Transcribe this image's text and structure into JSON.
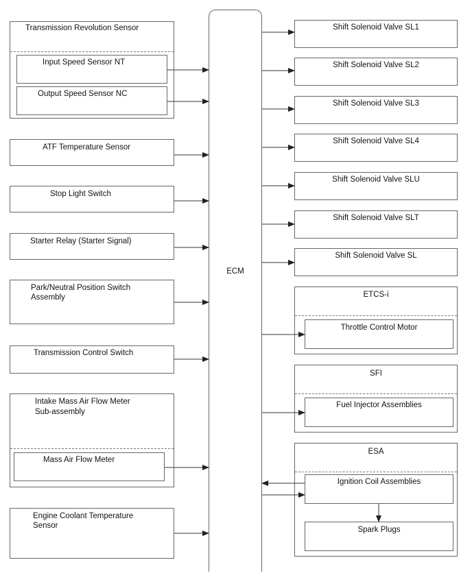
{
  "inputs": {
    "trs_title": "Transmission Revolution Sensor",
    "input_speed": "Input Speed Sensor NT",
    "output_speed": "Output Speed Sensor NC",
    "atf_temp": "ATF Temperature Sensor",
    "stop_light": "Stop Light Switch",
    "starter_relay": "Starter Relay (Starter Signal)",
    "park_neutral_1": "Park/Neutral Position Switch",
    "park_neutral_2": "Assembly",
    "trans_control": "Transmission Control Switch",
    "intake_maf_1": "Intake Mass Air Flow Meter",
    "intake_maf_2": "Sub-assembly",
    "maf_meter": "Mass Air Flow Meter",
    "coolant_temp_1": "Engine Coolant Temperature",
    "coolant_temp_2": "Sensor"
  },
  "ecm": {
    "label": "ECM"
  },
  "outputs": {
    "sl1": "Shift Solenoid Valve SL1",
    "sl2": "Shift Solenoid Valve SL2",
    "sl3": "Shift Solenoid Valve SL3",
    "sl4": "Shift Solenoid Valve SL4",
    "slu": "Shift Solenoid Valve SLU",
    "slt": "Shift Solenoid Valve SLT",
    "sl": "Shift Solenoid Valve SL",
    "etcs_title": "ETCS-i",
    "throttle_motor": "Throttle Control Motor",
    "sfi_title": "SFI",
    "fuel_injectors": "Fuel Injector Assemblies",
    "esa_title": "ESA",
    "ignition_coils": "Ignition Coil Assemblies",
    "spark_plugs": "Spark Plugs"
  }
}
